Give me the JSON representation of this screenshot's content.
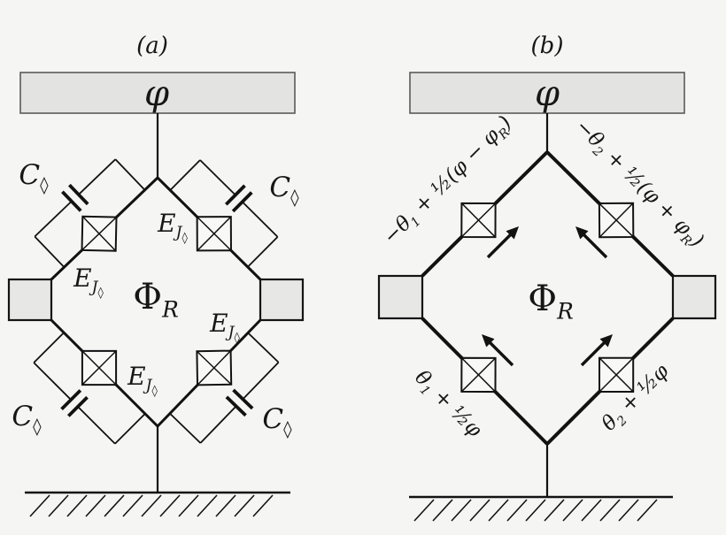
{
  "figure": {
    "colors": {
      "background": "#f5f5f4",
      "line": "#121212",
      "bar_fill": "#e3e3e2",
      "bar_stroke": "#5a5a5a",
      "island_fill": "#e7e7e6",
      "island_stroke": "#141414"
    },
    "panel_a": {
      "caption": "(a)",
      "bar_label": "φ",
      "loop_label": [
        {
          "t": "Φ"
        },
        {
          "t": "R",
          "k": "s"
        }
      ],
      "junction_label": [
        {
          "t": "E"
        },
        {
          "t": "J",
          "k": "s"
        },
        {
          "t": "◊",
          "k": "ss"
        }
      ],
      "capacitor_label": [
        {
          "t": "C"
        },
        {
          "t": "◊",
          "k": "s"
        }
      ]
    },
    "panel_b": {
      "caption": "(b)",
      "bar_label": "φ",
      "loop_label": [
        {
          "t": "Φ"
        },
        {
          "t": "R",
          "k": "s"
        }
      ],
      "arm_labels": {
        "upper_left": [
          {
            "t": "−θ"
          },
          {
            "t": "1",
            "k": "s"
          },
          {
            "t": " + "
          },
          {
            "t": "½"
          },
          {
            "t": "(φ − φ"
          },
          {
            "t": "R",
            "k": "s"
          },
          {
            "t": ")"
          }
        ],
        "upper_right": [
          {
            "t": "−θ"
          },
          {
            "t": "2",
            "k": "s"
          },
          {
            "t": " + "
          },
          {
            "t": "½"
          },
          {
            "t": "(φ + φ"
          },
          {
            "t": "R",
            "k": "s"
          },
          {
            "t": ")"
          }
        ],
        "lower_left": [
          {
            "t": "θ"
          },
          {
            "t": "1",
            "k": "s"
          },
          {
            "t": " + "
          },
          {
            "t": "½φ"
          }
        ],
        "lower_right": [
          {
            "t": "θ"
          },
          {
            "t": "2",
            "k": "s"
          },
          {
            "t": " + "
          },
          {
            "t": "½φ"
          }
        ]
      },
      "arrow_directions": [
        "up-right",
        "up-left",
        "up-left",
        "up-right"
      ]
    }
  }
}
